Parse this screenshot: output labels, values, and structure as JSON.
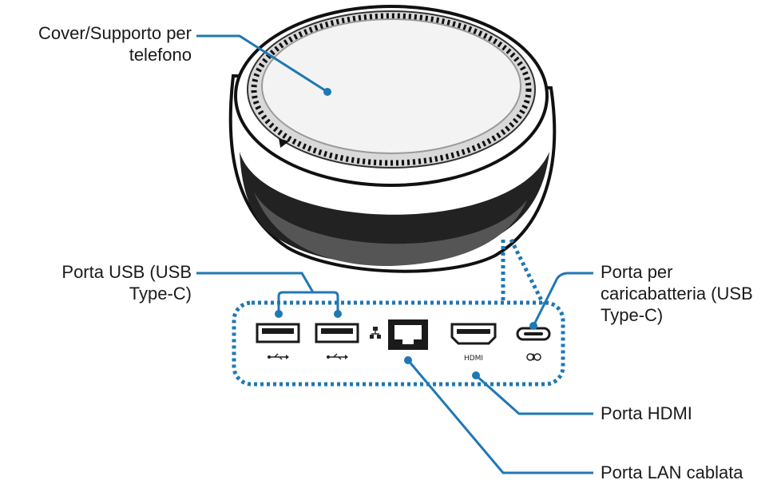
{
  "colors": {
    "callout": "#1f78b4",
    "outline": "#111111",
    "ring": "#d9d9d9",
    "lid": "#f3f3f3",
    "port": "#1a1a1a"
  },
  "labels": {
    "cover_line1": "Cover/Supporto per",
    "cover_line2": "telefono",
    "usb_line1": "Porta USB (USB",
    "usb_line2": "Type-C)",
    "charger_line1": "Porta per",
    "charger_line2": "caricabatteria (USB",
    "charger_line3": "Type-C)",
    "hdmi": "Porta HDMI",
    "lan": "Porta LAN cablata"
  },
  "port_marks": {
    "hdmi": "HDMI"
  },
  "icons": {
    "lid_arrow": "triangle-pointer-icon",
    "usb": "usb-symbol-icon",
    "lan": "network-symbol-icon",
    "power": "power-symbol-icon"
  }
}
